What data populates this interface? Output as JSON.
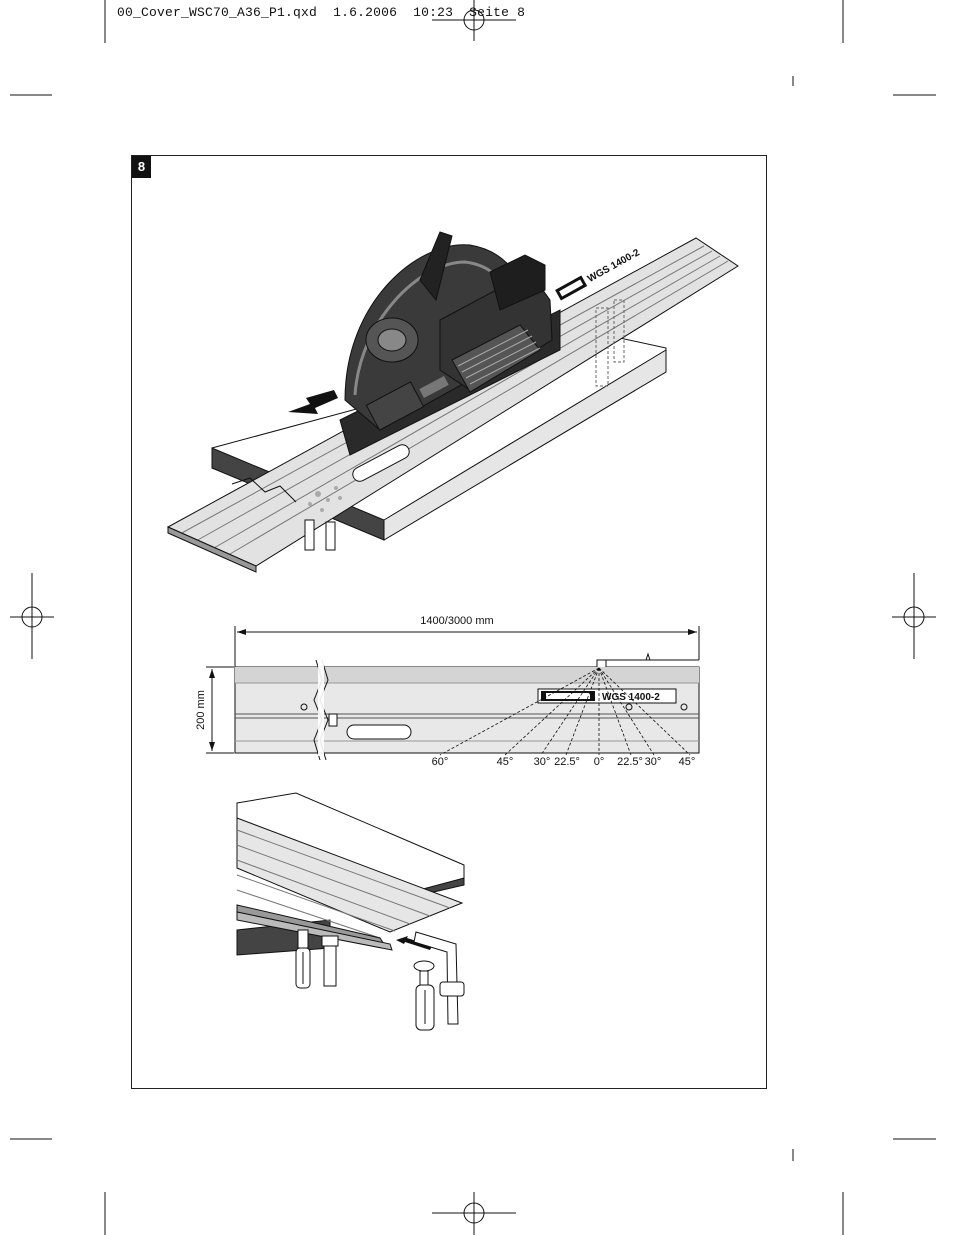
{
  "slug": {
    "file": "00_Cover_WSC70_A36_P1.qxd",
    "date": "1.6.2006",
    "time": "10:23",
    "page": "Seite 8"
  },
  "figure": {
    "number": "8"
  },
  "saw_rail": {
    "model_label": "WGS 1400-2"
  },
  "dimension_drawing": {
    "length_label": "1400/3000 mm",
    "width_label": "200 mm",
    "model_label": "WGS 1400-2",
    "angle_labels": [
      "60°",
      "45°",
      "30°",
      "22.5°",
      "0°",
      "22.5°",
      "30°",
      "45°"
    ]
  }
}
